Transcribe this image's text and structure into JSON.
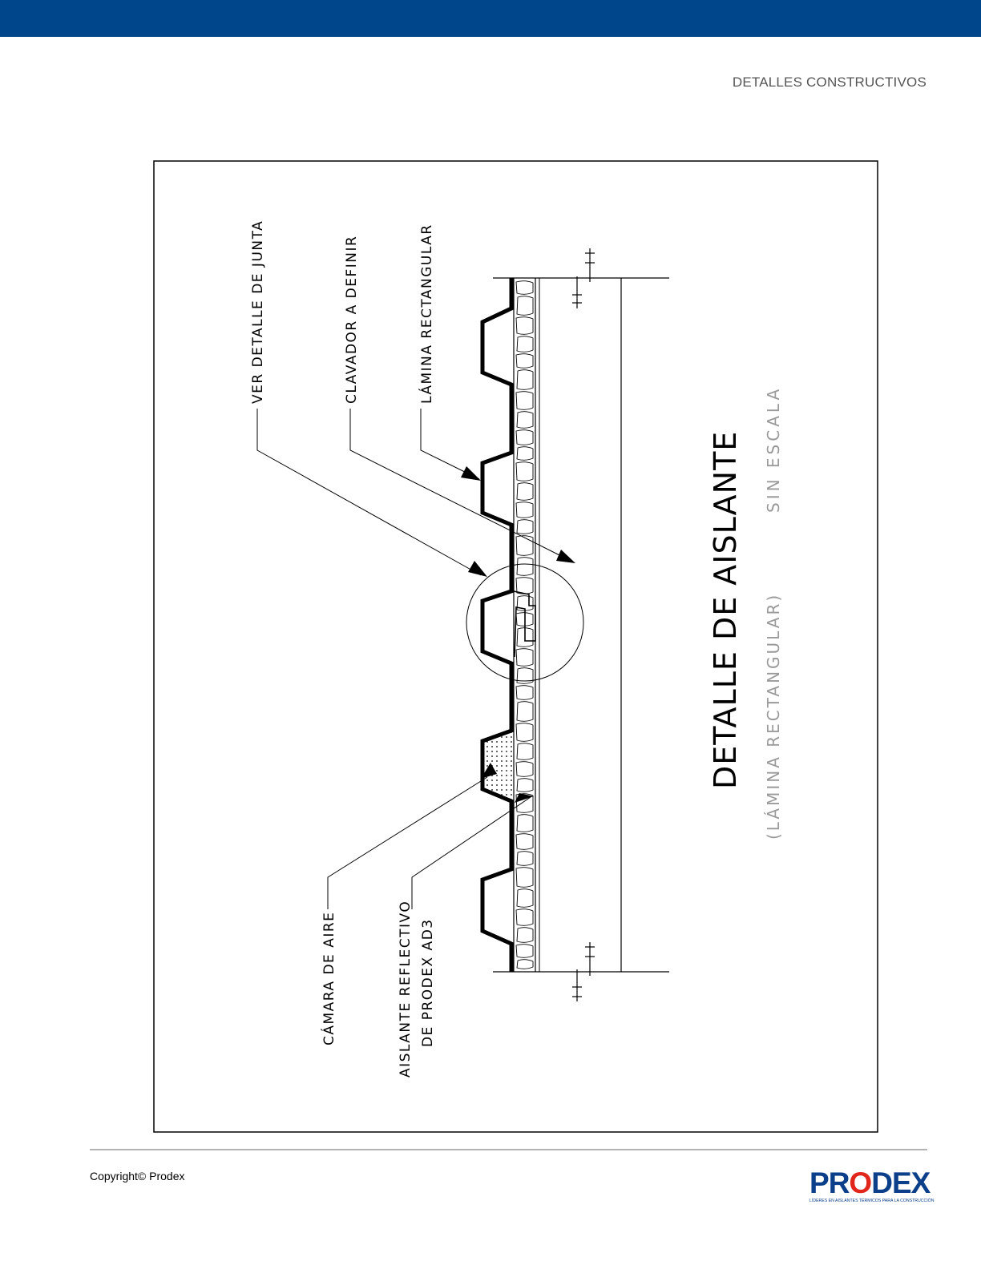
{
  "header": {
    "section_title": "DETALLES CONSTRUCTIVOS",
    "bar_color": "#00468b"
  },
  "drawing": {
    "title": "DETALLE DE AISLANTE",
    "subtitle": "(LÁMINA RECTANGULAR)",
    "scale_note": "SIN ESCALA",
    "callouts": {
      "joint_detail": "VER DETALLE DE JUNTA",
      "fastener": "CLAVADOR A DEFINIR",
      "sheet": "LÁMINA RECTANGULAR",
      "air_chamber": "CÁMARA DE AIRE",
      "insulation_line1": "AISLANTE REFLECTIVO",
      "insulation_line2": "DE PRODEX AD3"
    }
  },
  "footer": {
    "copyright": "Copyright© Prodex",
    "logo_text": "PRODEX",
    "logo_tagline": "LÍDERES EN AISLANTES TÉRMICOS PARA LA CONSTRUCCIÓN",
    "logo_color": "#0b3f8a",
    "logo_accent_color": "#e1261c"
  }
}
